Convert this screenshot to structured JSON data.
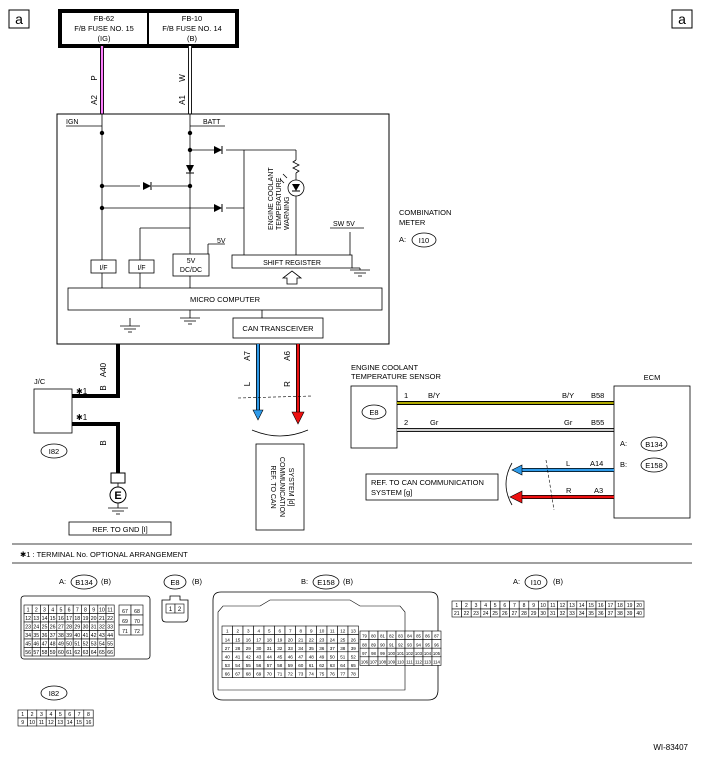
{
  "corner_label_left": "a",
  "corner_label_right": "a",
  "fuse_left": {
    "line1": "FB-62",
    "line2": "F/B FUSE NO. 15",
    "line3": "(IG)"
  },
  "fuse_right": {
    "line1": "FB-10",
    "line2": "F/B FUSE NO. 14",
    "line3": "(B)"
  },
  "wire_colors": {
    "P": "#ff80ff",
    "L": "#2f9bea",
    "R": "#ee1111",
    "BY": "#e8e000"
  },
  "labels": {
    "wire_p": "P",
    "term_a2": "A2",
    "wire_w": "W",
    "term_a1": "A1",
    "ign": "IGN",
    "batt": "BATT",
    "warning": "ENGINE COOLANT TEMPERATURE WARNING",
    "sw5v": "SW 5V",
    "v5": "5V",
    "if1": "I/F",
    "if2": "I/F",
    "dcdc1": "5V",
    "dcdc2": "DC/DC",
    "shift_register": "SHIFT REGISTER",
    "micro_computer": "MICRO COMPUTER",
    "can_transceiver": "CAN TRANSCEIVER",
    "combination_meter_1": "COMBINATION",
    "combination_meter_2": "METER",
    "meter_conn_prefix": "A:",
    "meter_conn": "I10",
    "term_a40": "A40",
    "wire_b1": "B",
    "jc": "J/C",
    "star1a": "✱1",
    "star1b": "✱1",
    "wire_b2": "B",
    "i82": "I82",
    "ground_e": "E",
    "ref_gnd": "REF. TO GND [I]",
    "term_a7": "A7",
    "wire_l": "L",
    "term_a6": "A6",
    "wire_r": "R",
    "ref_can_v": "REF. TO CAN COMMUNICATION SYSTEM [d]",
    "sensor1": "ENGINE COOLANT",
    "sensor2": "TEMPERATURE SENSOR",
    "e8": "E8",
    "pin1": "1",
    "pin2": "2",
    "wire_by": "B/Y",
    "wire_gr": "Gr",
    "wire_by_r": "B/Y",
    "wire_gr_r": "Gr",
    "term_b58": "B58",
    "term_b55": "B55",
    "ecm": "ECM",
    "ecm_a": "A:",
    "ecm_a_conn": "B134",
    "ecm_b": "B:",
    "ecm_b_conn": "E158",
    "ref_can_h1": "REF. TO CAN COMMUNICATION",
    "ref_can_h2": "SYSTEM [g]",
    "wire_l2": "L",
    "term_a14": "A14",
    "wire_r2": "R",
    "term_a3": "A3",
    "footnote": "✱1  : TERMINAL No. OPTIONAL ARRANGEMENT",
    "conn_b134_label": "A:",
    "conn_b134": "B134",
    "conn_b134_color": "(B)",
    "conn_e8": "E8",
    "conn_e8_color": "(B)",
    "conn_e158_label": "B:",
    "conn_e158": "E158",
    "conn_e158_color": "(B)",
    "conn_i10_label": "A:",
    "conn_i10": "I10",
    "conn_i10_color": "(B)",
    "conn_i82": "I82",
    "figure_id": "WI-83407"
  },
  "connectors": {
    "b134_left_rows": [
      [
        "1",
        "2",
        "3",
        "4",
        "5",
        "6",
        "7",
        "8",
        "9",
        "10",
        "11"
      ],
      [
        "12",
        "13",
        "14",
        "15",
        "16",
        "17",
        "18",
        "19",
        "20",
        "21",
        "22"
      ],
      [
        "23",
        "24",
        "25",
        "26",
        "27",
        "28",
        "29",
        "30",
        "31",
        "32",
        "33"
      ],
      [
        "34",
        "35",
        "36",
        "37",
        "38",
        "39",
        "40",
        "41",
        "42",
        "43",
        "44"
      ],
      [
        "45",
        "46",
        "47",
        "48",
        "49",
        "50",
        "51",
        "52",
        "53",
        "54",
        "55"
      ],
      [
        "56",
        "57",
        "58",
        "59",
        "60",
        "61",
        "62",
        "63",
        "64",
        "65",
        "66"
      ]
    ],
    "b134_right_rows": [
      [
        "67",
        "68"
      ],
      [
        "69",
        "70"
      ],
      [
        "71",
        "72"
      ]
    ],
    "e8_pins": [
      "1",
      "2"
    ],
    "e158_left_rows": [
      [
        "1",
        "2",
        "3",
        "4",
        "5",
        "6",
        "7",
        "8",
        "9",
        "10",
        "11",
        "12",
        "13"
      ],
      [
        "14",
        "15",
        "16",
        "17",
        "18",
        "19",
        "20",
        "21",
        "22",
        "23",
        "24",
        "25",
        "26"
      ],
      [
        "27",
        "28",
        "29",
        "30",
        "31",
        "32",
        "33",
        "34",
        "35",
        "36",
        "37",
        "38",
        "39"
      ],
      [
        "40",
        "41",
        "42",
        "43",
        "44",
        "45",
        "46",
        "47",
        "48",
        "49",
        "50",
        "51",
        "52"
      ],
      [
        "53",
        "54",
        "55",
        "56",
        "57",
        "58",
        "59",
        "60",
        "61",
        "62",
        "63",
        "64",
        "65"
      ],
      [
        "66",
        "67",
        "68",
        "69",
        "70",
        "71",
        "72",
        "73",
        "74",
        "75",
        "76",
        "77",
        "78"
      ]
    ],
    "e158_right_rows": [
      [
        "79",
        "80",
        "81",
        "82",
        "83",
        "84",
        "85",
        "86",
        "87"
      ],
      [
        "88",
        "89",
        "90",
        "91",
        "92",
        "93",
        "94",
        "95",
        "96"
      ],
      [
        "97",
        "98",
        "99",
        "100",
        "101",
        "102",
        "103",
        "104",
        "105"
      ],
      [
        "106",
        "107",
        "108",
        "109",
        "110",
        "111",
        "112",
        "113",
        "114"
      ]
    ],
    "i10_rows": [
      [
        "1",
        "2",
        "3",
        "4",
        "5",
        "6",
        "7",
        "8",
        "9",
        "10",
        "11",
        "12",
        "13",
        "14",
        "15",
        "16",
        "17",
        "18",
        "19",
        "20"
      ],
      [
        "21",
        "22",
        "23",
        "24",
        "25",
        "26",
        "27",
        "28",
        "29",
        "30",
        "31",
        "32",
        "33",
        "34",
        "35",
        "36",
        "37",
        "38",
        "39",
        "40"
      ]
    ],
    "i82_rows": [
      [
        "1",
        "2",
        "3",
        "4",
        "5",
        "6",
        "7",
        "8"
      ],
      [
        "9",
        "10",
        "11",
        "12",
        "13",
        "14",
        "15",
        "16"
      ]
    ]
  }
}
